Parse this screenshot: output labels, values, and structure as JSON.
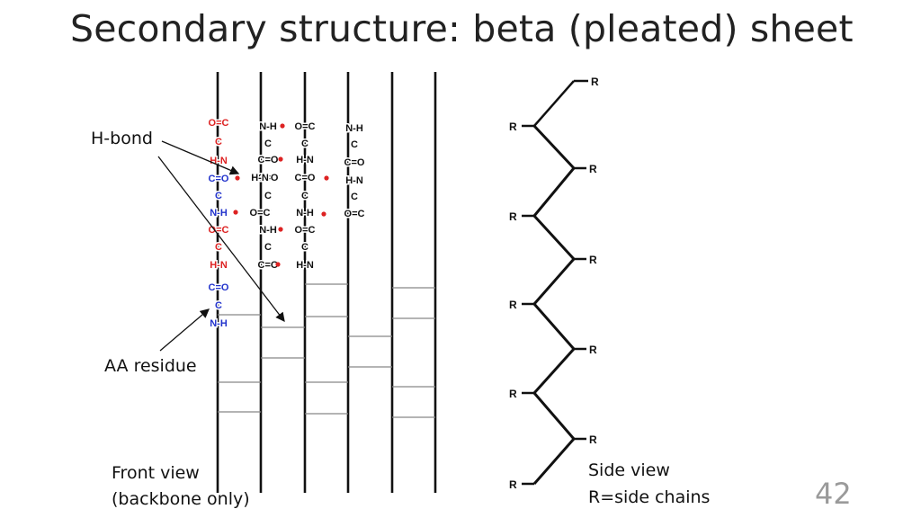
{
  "title": "Secondary structure: beta (pleated) sheet",
  "page_number": "42",
  "labels": {
    "h_bond": "H-bond",
    "aa_residue": "AA residue",
    "front_view_line1": "Front view",
    "front_view_line2": "(backbone only)",
    "side_view_line1": "Side view",
    "side_view_line2": "R=side chains"
  },
  "colors": {
    "red": "#dd2222",
    "blue": "#2233cc",
    "black": "#111111",
    "bond_dot": "#dd2222",
    "rung": "#777777"
  },
  "strand1_groups": [
    {
      "text": "O=C",
      "color": "red"
    },
    {
      "text": "C",
      "color": "red"
    },
    {
      "text": "H-N",
      "color": "red"
    },
    {
      "text": "C=O",
      "color": "blue"
    },
    {
      "text": "C",
      "color": "blue"
    },
    {
      "text": "N-H",
      "color": "blue"
    },
    {
      "text": "O=C",
      "color": "red"
    },
    {
      "text": "C",
      "color": "red"
    },
    {
      "text": "H-N",
      "color": "red"
    },
    {
      "text": "C=O",
      "color": "blue"
    },
    {
      "text": "C",
      "color": "blue"
    },
    {
      "text": "N-H",
      "color": "blue"
    }
  ],
  "strand2_groups": [
    "N-H",
    "C",
    "C=O",
    "C=O",
    "C",
    "C",
    "N-H",
    "C",
    "C=O"
  ],
  "strand2_partners": [
    "",
    "",
    "",
    "H-N",
    "",
    "O=C",
    "",
    "",
    ""
  ],
  "strand3_groups": [
    "O=C",
    "C",
    "H-N",
    "C=O",
    "C",
    "N-H",
    "O=C",
    "C",
    "H-N"
  ],
  "strand4_groups": [
    "N-H",
    "C",
    "C=O",
    "H-N",
    "C",
    "O=C"
  ],
  "side_chain_label": "R"
}
